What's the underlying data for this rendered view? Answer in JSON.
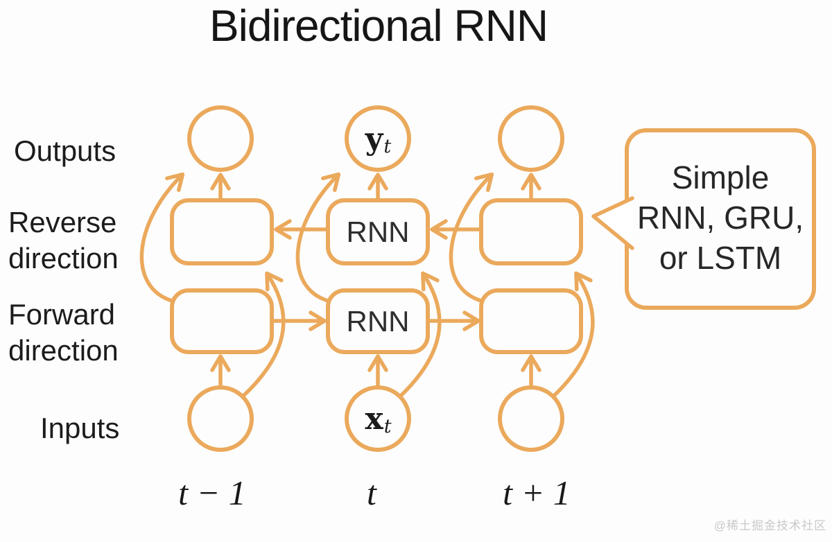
{
  "title": "Bidirectional RNN",
  "colors": {
    "accent": "#EBA95C",
    "text": "#1c1c1c",
    "callout_text": "#272727",
    "watermark": "#c9c9c9"
  },
  "row_labels": {
    "outputs": "Outputs",
    "reverse": "Reverse\ndirection",
    "forward": "Forward\ndirection",
    "inputs": "Inputs"
  },
  "nodes": {
    "output_symbol": "y",
    "output_subscript": "t",
    "input_symbol": "x",
    "input_subscript": "t",
    "reverse_cell_label": "RNN",
    "forward_cell_label": "RNN"
  },
  "callout": {
    "text": "Simple\nRNN, GRU,\nor LSTM"
  },
  "time_labels": [
    "t − 1",
    "t",
    "t + 1"
  ],
  "watermark": "@稀土掘金技术社区"
}
